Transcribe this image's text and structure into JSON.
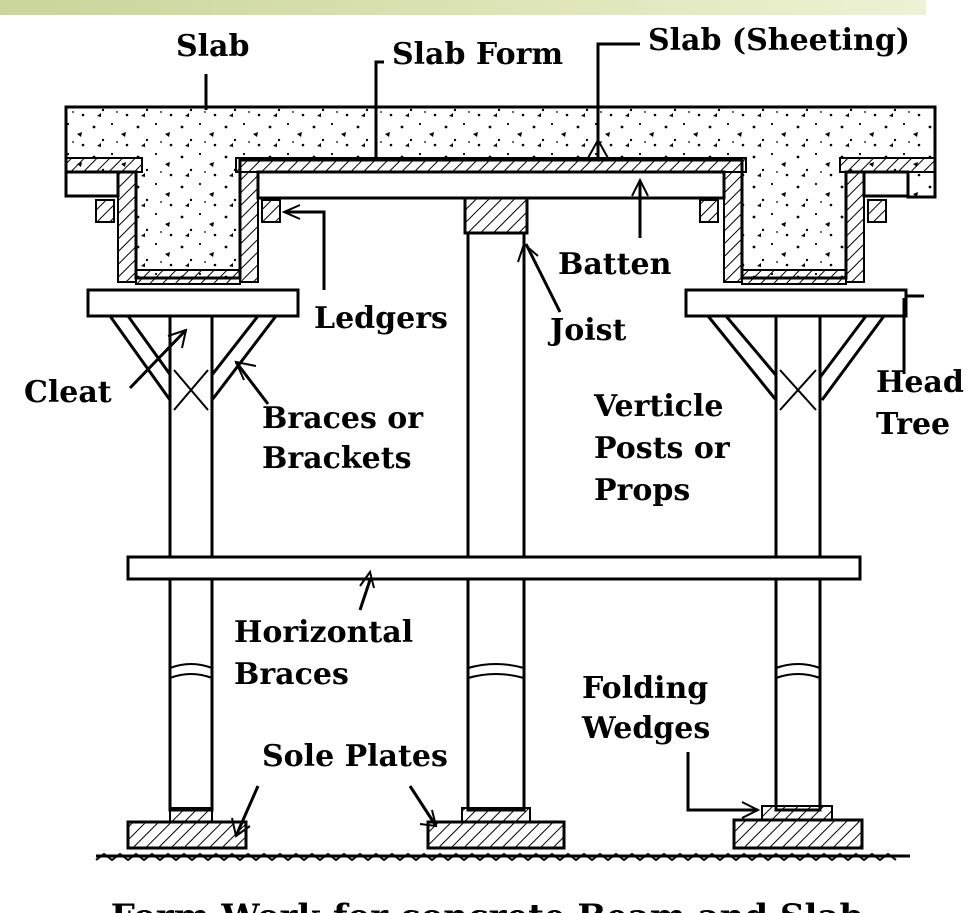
{
  "header_bar": {
    "color": "#c9d59a"
  },
  "labels": {
    "slab": "Slab",
    "slab_form": "Slab Form",
    "slab_sheeting": "Slab (Sheeting)",
    "batten": "Batten",
    "ledgers": "Ledgers",
    "joist": "Joist",
    "cleat": "Cleat",
    "braces_line1": "Braces or",
    "braces_line2": "Brackets",
    "head_line1": "Head",
    "head_line2": "Tree",
    "posts_line1": "Verticle",
    "posts_line2": "Posts or",
    "posts_line3": "Props",
    "horiz_line1": "Horizontal",
    "horiz_line2": "Braces",
    "folding_line1": "Folding",
    "folding_line2": "Wedges",
    "sole_plates": "Sole Plates"
  },
  "caption": "Form Work for concrete Beam and Slab"
}
